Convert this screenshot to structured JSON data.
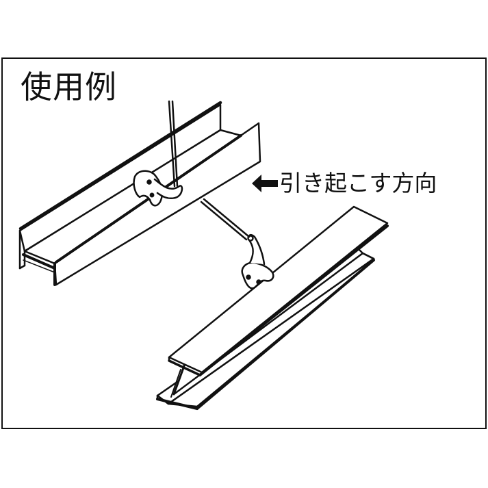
{
  "figure": {
    "title": "使用例",
    "direction_label": "引き起こす方向",
    "direction_arrow_icon": "left-arrow-icon"
  },
  "illustrations": [
    {
      "name": "h-beam-lying-on-side",
      "description": "H-beam lying on its side with clamp attached to upper flange, lifting rod vertical"
    },
    {
      "name": "h-beam-upright",
      "description": "H-beam upright after being raised, clamp gripping flange edge with rod angled"
    }
  ],
  "colors": {
    "line": "#111111",
    "background": "#ffffff"
  }
}
